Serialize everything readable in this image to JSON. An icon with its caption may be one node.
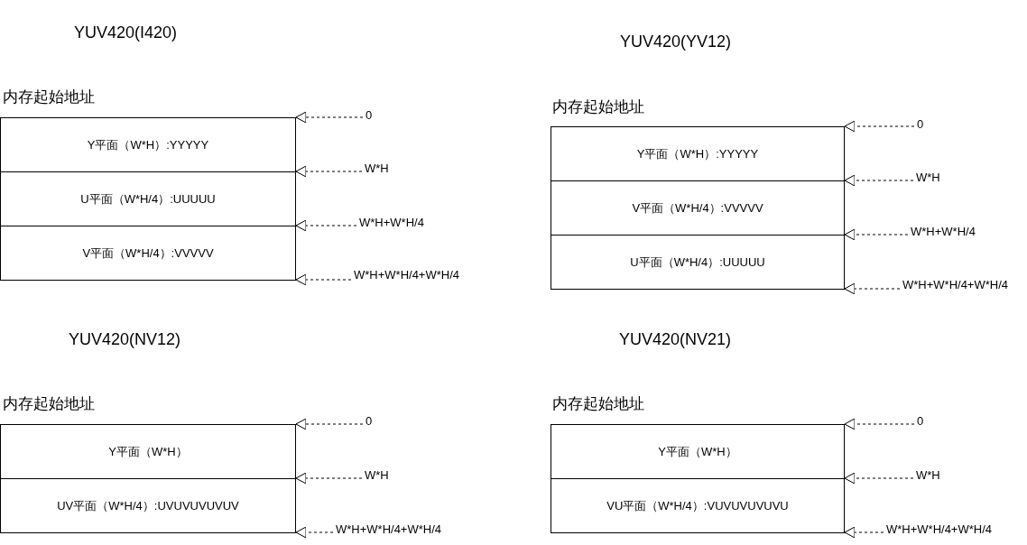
{
  "diagram": {
    "nodes": [
      {
        "text": [
          "Y平面（W*H）:YYYYY"
        ]
      },
      {
        "text": [
          "U平面（W*H/4）:UUUUU"
        ]
      },
      {
        "text": [
          "V平面（W*H/4）:VVVVV"
        ]
      },
      {
        "text": [
          "0"
        ]
      },
      {
        "text": [
          "W*H"
        ]
      },
      {
        "text": [
          "W*H+W*H/4"
        ]
      },
      {
        "text": [
          "W*H+W*H/4+W*H/4"
        ]
      },
      {
        "text": [
          "Y平面（W*H）:YYYYY"
        ]
      },
      {
        "text": [
          "V平面（W*H/4）:VVVVV"
        ]
      },
      {
        "text": [
          "U平面（W*H/4）:UUUUU"
        ]
      },
      {
        "text": [
          "0"
        ]
      },
      {
        "text": [
          "W*H"
        ]
      },
      {
        "text": [
          "W*H+W*H/4"
        ]
      },
      {
        "text": [
          "W*H+W*H/4+W*H/4"
        ]
      },
      {
        "text": [
          "Y平面（W*H）"
        ]
      },
      {
        "text": [
          "UV平面（W*H/4）:UVUVUVUVUV"
        ]
      },
      {
        "text": [
          "0"
        ]
      },
      {
        "text": [
          "W*H"
        ]
      },
      {
        "text": [
          "W*H+W*H/4+W*H/4"
        ]
      },
      {
        "text": [
          "Y平面（W*H）"
        ]
      },
      {
        "text": [
          "VU平面（W*H/4）:VUVUVUVUVU"
        ]
      },
      {
        "text": [
          "0"
        ]
      },
      {
        "text": [
          "W*H"
        ]
      },
      {
        "text": [
          "W*H+W*H/4+W*H/4"
        ]
      }
    ],
    "edges": [
      {
        "from": 3,
        "to": 0,
        "arrow": "to",
        "style": "dashed"
      },
      {
        "from": 4,
        "to": 1,
        "arrow": "to",
        "style": "dashed"
      },
      {
        "from": 5,
        "to": 2,
        "arrow": "to",
        "style": "dashed"
      },
      {
        "from": 6,
        "to": 2,
        "arrow": "to",
        "style": "dashed"
      },
      {
        "from": 10,
        "to": 7,
        "arrow": "to",
        "style": "dashed"
      },
      {
        "from": 11,
        "to": 8,
        "arrow": "to",
        "style": "dashed"
      },
      {
        "from": 12,
        "to": 9,
        "arrow": "to",
        "style": "dashed"
      },
      {
        "from": 13,
        "to": 9,
        "arrow": "to",
        "style": "dashed"
      },
      {
        "from": 16,
        "to": 14,
        "arrow": "to",
        "style": "dashed"
      },
      {
        "from": 17,
        "to": 15,
        "arrow": "to",
        "style": "dashed"
      },
      {
        "from": 18,
        "to": 15,
        "arrow": "to",
        "style": "dashed"
      },
      {
        "from": 21,
        "to": 19,
        "arrow": "to",
        "style": "dashed"
      },
      {
        "from": 22,
        "to": 20,
        "arrow": "to",
        "style": "dashed"
      },
      {
        "from": 23,
        "to": 20,
        "arrow": "to",
        "style": "dashed"
      }
    ],
    "labels": [
      "YUV420(I420)",
      "YUV420(YV12)",
      "内存起始地址",
      "内存起始地址",
      "YUV420(NV12)",
      "YUV420(NV21)",
      "内存起始地址",
      "内存起始地址"
    ]
  }
}
